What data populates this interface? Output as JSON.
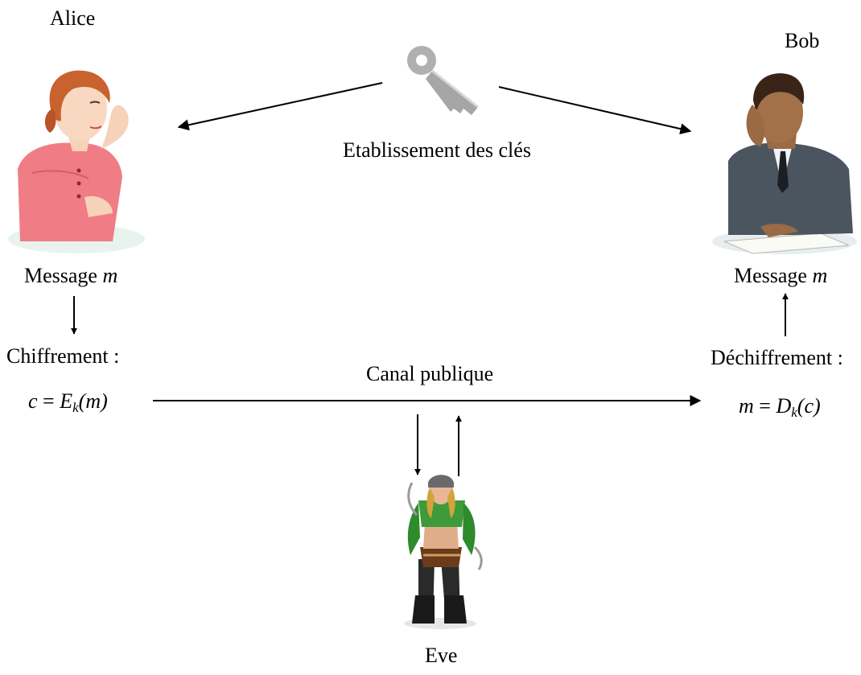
{
  "labels": {
    "alice": "Alice",
    "bob": "Bob",
    "eve": "Eve",
    "key_exchange": "Etablissement des clés",
    "public_channel": "Canal publique",
    "alice_message_prefix": "Message ",
    "bob_message_prefix": "Message ",
    "message_var": "m",
    "encryption": "Chiffrement :",
    "decryption": "Déchiffrement :"
  },
  "formulas": {
    "encrypt": {
      "lhs": "c",
      "eq": " = ",
      "func": "E",
      "sub": "k",
      "arg": "(m)"
    },
    "decrypt": {
      "lhs": "m",
      "eq": " = ",
      "func": "D",
      "sub": "k",
      "arg": "(c)"
    }
  },
  "colors": {
    "arrow": "#000000",
    "key": "#a8a8a8",
    "alice_shirt": "#f07c86",
    "alice_hair": "#c8622e",
    "bob_suit": "#4a5560",
    "eve_top": "#3f9a3a",
    "eve_pants": "#2a2a2a"
  },
  "icons": {
    "key": "key-icon",
    "alice": "woman-thinking-illustration",
    "bob": "man-thinking-illustration",
    "eve": "pirate-woman-illustration"
  }
}
